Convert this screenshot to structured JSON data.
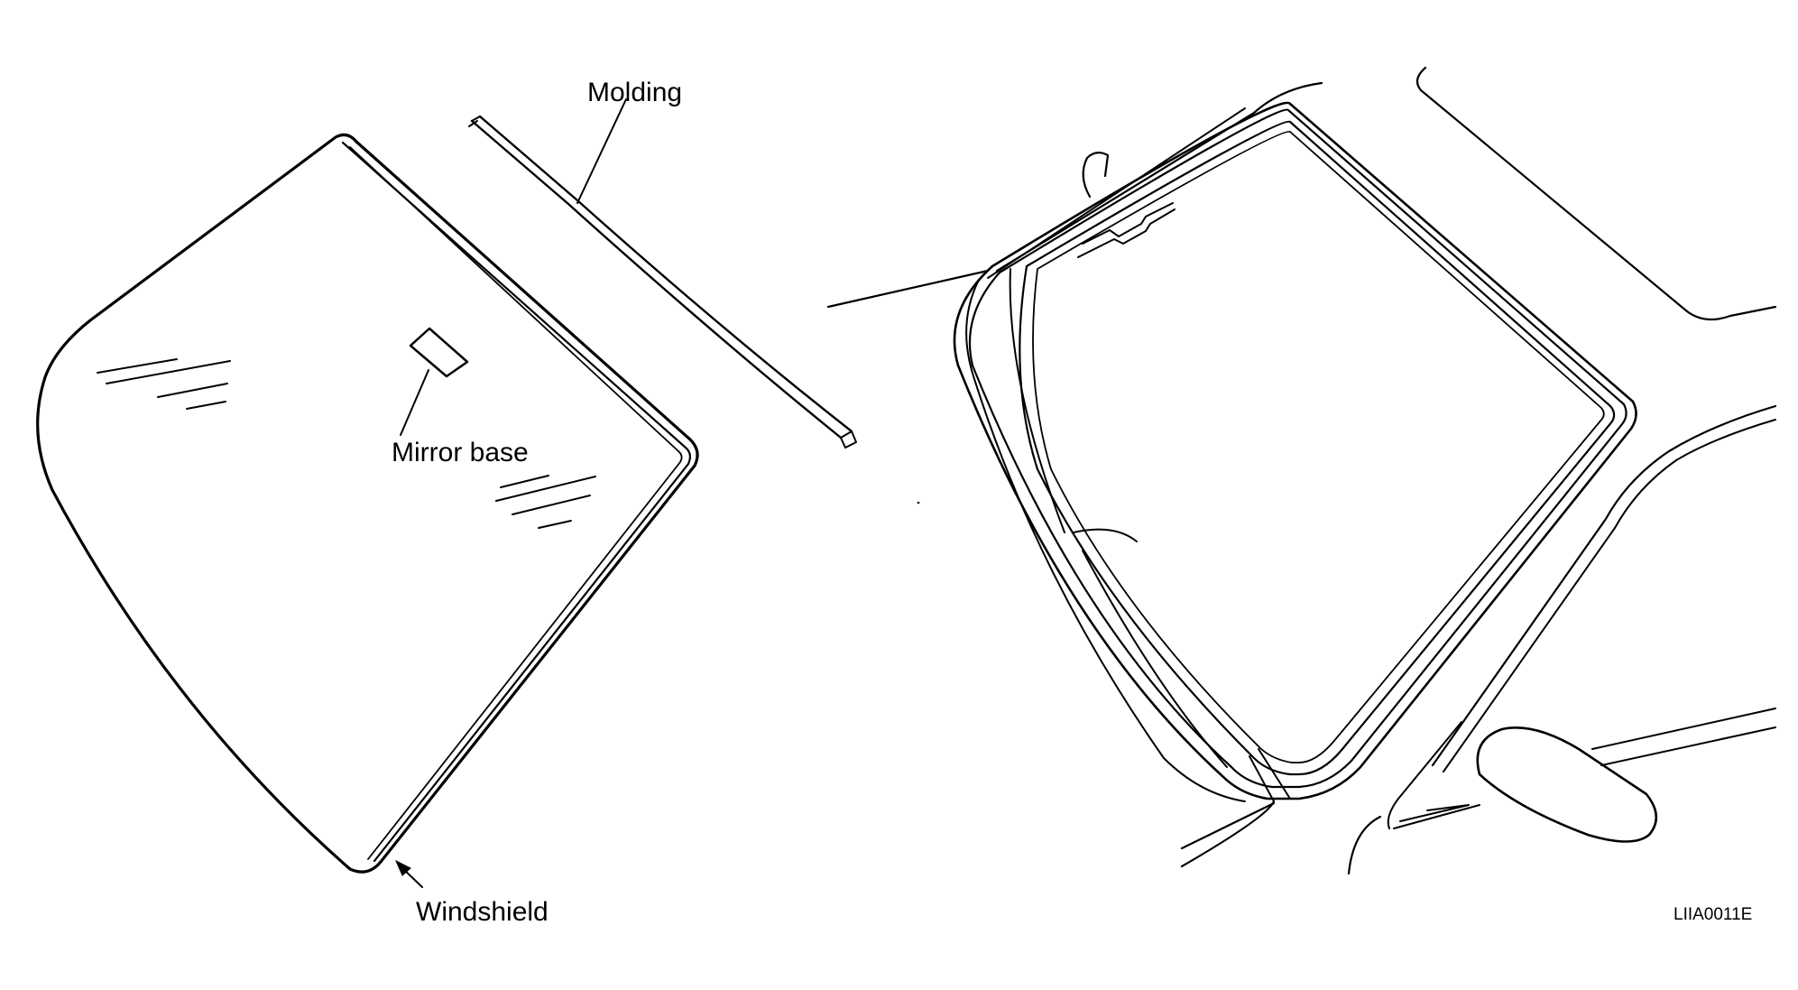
{
  "labels": {
    "molding": "Molding",
    "mirror_base": "Mirror base",
    "windshield": "Windshield",
    "figure_code": "LIIA0011E"
  },
  "colors": {
    "line": "#000000",
    "background": "#ffffff"
  }
}
